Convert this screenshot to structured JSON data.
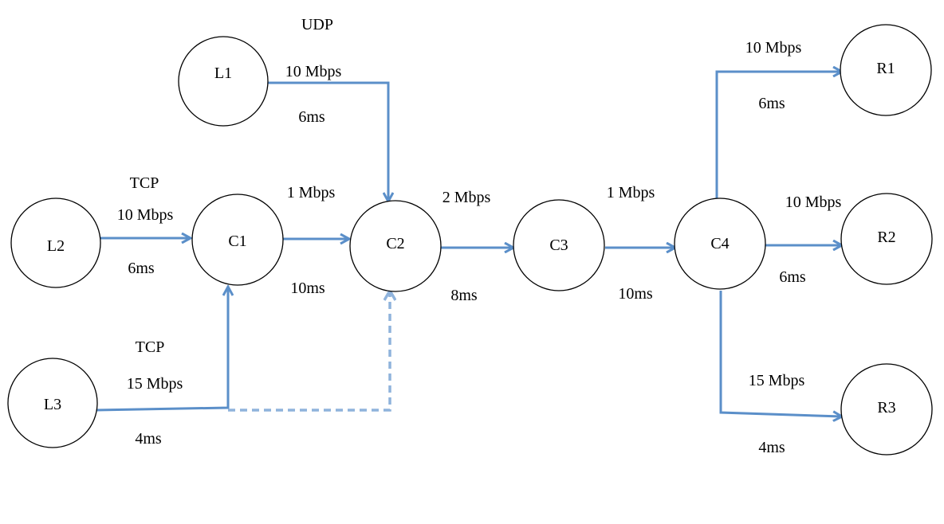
{
  "colors": {
    "link": "#5b8fc9",
    "link_dashed": "#8fb3dc",
    "node_border": "#000000",
    "background": "#ffffff"
  },
  "nodes": {
    "L1": "L1",
    "L2": "L2",
    "L3": "L3",
    "C1": "C1",
    "C2": "C2",
    "C3": "C3",
    "C4": "C4",
    "R1": "R1",
    "R2": "R2",
    "R3": "R3"
  },
  "links": {
    "l1_c2": {
      "protocol": "UDP",
      "bandwidth": "10 Mbps",
      "delay": "6ms"
    },
    "l2_c1": {
      "protocol": "TCP",
      "bandwidth": "10 Mbps",
      "delay": "6ms"
    },
    "l3_c1": {
      "protocol": "TCP",
      "bandwidth": "15 Mbps",
      "delay": "4ms"
    },
    "c1_c2": {
      "bandwidth": "1 Mbps",
      "delay": "10ms"
    },
    "c2_c3": {
      "bandwidth": "2 Mbps",
      "delay": "8ms"
    },
    "c3_c4": {
      "bandwidth": "1 Mbps",
      "delay": "10ms"
    },
    "c4_r1": {
      "bandwidth": "10 Mbps",
      "delay": "6ms"
    },
    "c4_r2": {
      "bandwidth": "10 Mbps",
      "delay": "6ms"
    },
    "c4_r3": {
      "bandwidth": "15 Mbps",
      "delay": "4ms"
    }
  }
}
